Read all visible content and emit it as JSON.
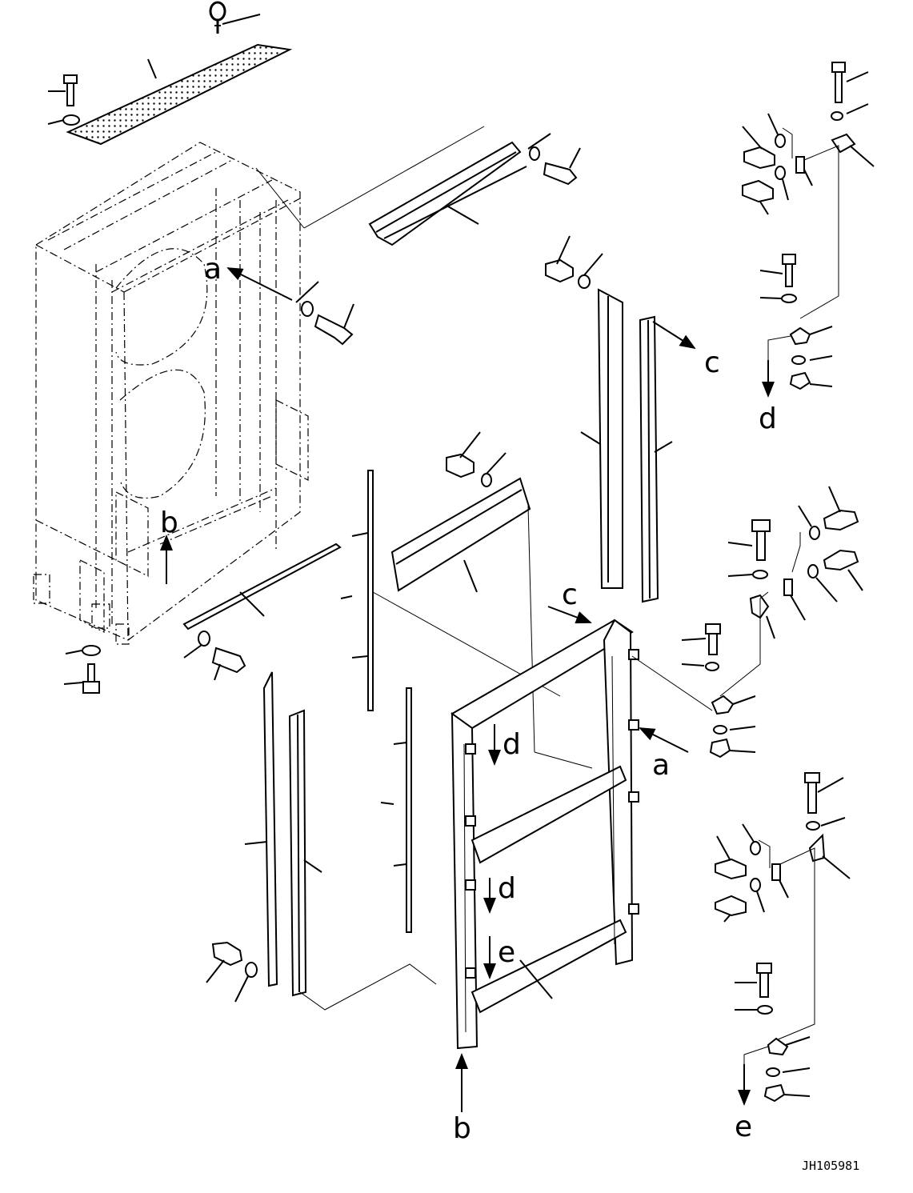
{
  "drawing_code": "JH105981",
  "labels": {
    "a": "a",
    "b": "b",
    "c": "c",
    "d": "d",
    "e": "e"
  }
}
